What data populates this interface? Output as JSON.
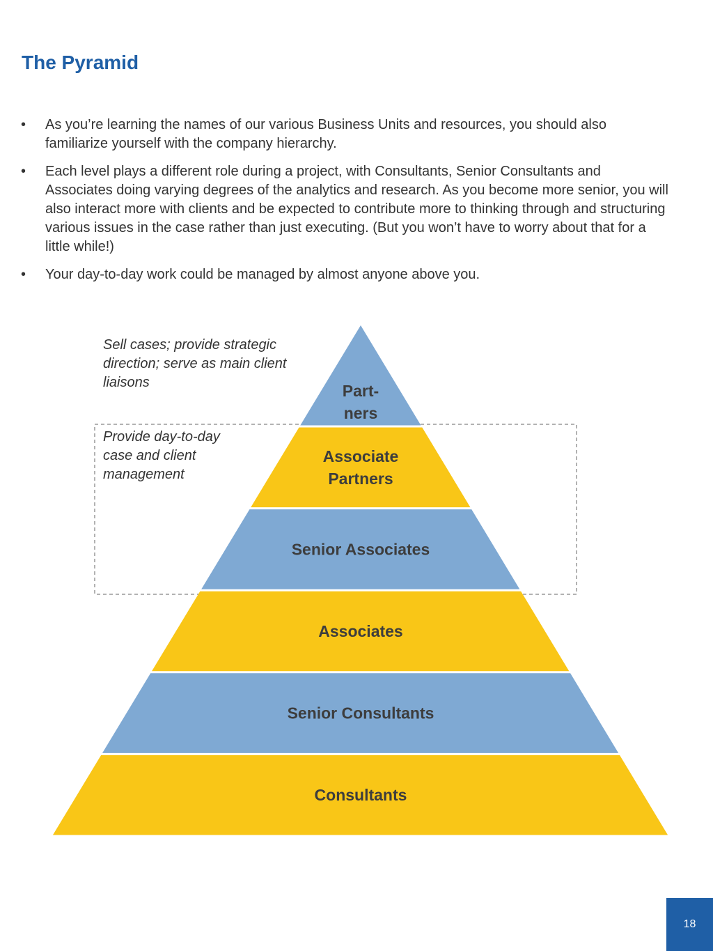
{
  "header": {
    "title": "The Pyramid"
  },
  "bullets": [
    "As you’re learning the names of our various Business Units and resources, you should also familiarize yourself with the company hierarchy.",
    "Each level plays a different role during a project, with Consultants, Senior Consultants and Associates doing varying degrees of the analytics and research.  As you become more senior, you will also interact more with clients and be expected to contribute more to thinking through and structuring various issues in the case rather than just executing. (But you won’t have to worry about that for a little while!)",
    "Your day-to-day work could be managed by almost anyone above you."
  ],
  "bullet_marker": "•",
  "pyramid": {
    "levels": [
      {
        "lines": [
          "Part-",
          "ners"
        ],
        "color": "#7fa9d3"
      },
      {
        "lines": [
          "Associate",
          "Partners"
        ],
        "color": "#f9c617"
      },
      {
        "lines": [
          "Senior Associates"
        ],
        "color": "#7fa9d3"
      },
      {
        "lines": [
          "Associates"
        ],
        "color": "#f9c617"
      },
      {
        "lines": [
          "Senior Consultants"
        ],
        "color": "#7fa9d3"
      },
      {
        "lines": [
          "Consultants"
        ],
        "color": "#f9c617"
      }
    ],
    "label_color": "#3d3d3d",
    "annotations": {
      "partners": "Sell cases; provide strategic direction; serve as main client liaisons",
      "management": "Provide day-to-day case and client management"
    },
    "management_box_color": "#999999"
  },
  "footer": {
    "page_number": "18",
    "badge_color": "#1f5fa6"
  }
}
